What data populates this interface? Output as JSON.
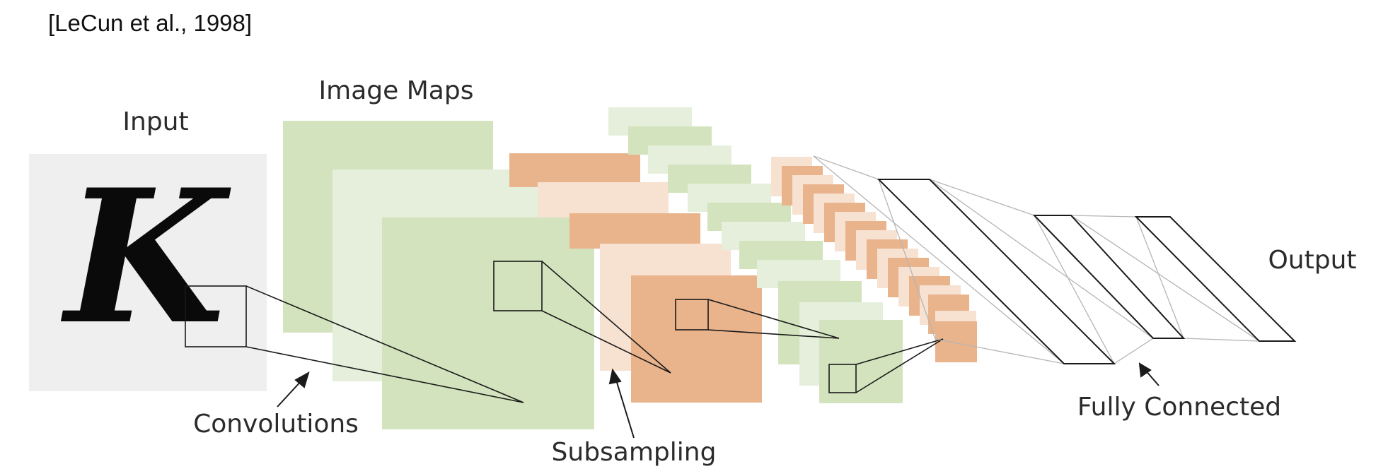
{
  "citation": "[LeCun et al., 1998]",
  "labels": {
    "input": "Input",
    "image_maps": "Image Maps",
    "output": "Output",
    "convolutions": "Convolutions",
    "subsampling": "Subsampling",
    "fully_connected": "Fully Connected"
  },
  "input_glyph": "K",
  "colors": {
    "input_bg": "#efefef",
    "green": "#d3e3bd",
    "light_green": "#e6efdc",
    "orange": "#e9b38c",
    "light_orange": "#f7e1d1",
    "line": "#1a1a1a",
    "gray_line": "#b5b5b5"
  }
}
